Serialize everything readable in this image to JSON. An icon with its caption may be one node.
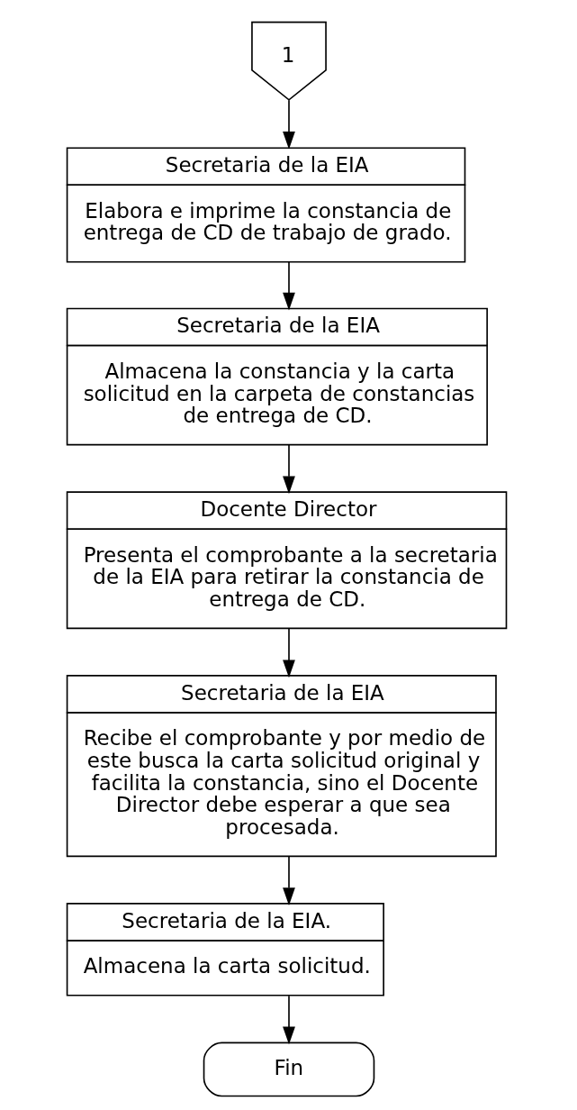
{
  "diagram": {
    "nodes": [
      {
        "text": [
          "1"
        ]
      },
      {
        "text": [
          "Secretaria de la EIA",
          "Elabora e imprime la constancia de entrega de CD de trabajo de grado."
        ]
      },
      {
        "text": [
          "Secretaria de la EIA",
          "Almacena la constancia y la carta solicitud en la carpeta de constancias de entrega de CD."
        ]
      },
      {
        "text": [
          "Docente Director",
          "Presenta el comprobante a la secretaria de la EIA para retirar la constancia de entrega de CD."
        ]
      },
      {
        "text": [
          "Secretaria de la EIA",
          "Recibe el comprobante y por medio de este busca la carta solicitud original y facilita la constancia, sino el Docente Director debe esperar a que sea procesada."
        ]
      },
      {
        "text": [
          "Secretaria de la EIA.",
          "Almacena la carta solicitud."
        ]
      },
      {
        "text": [
          "Fin"
        ]
      }
    ],
    "edges": [
      {
        "from": 0,
        "to": 1,
        "arrow": "to"
      },
      {
        "from": 1,
        "to": 2,
        "arrow": "to"
      },
      {
        "from": 2,
        "to": 3,
        "arrow": "to"
      },
      {
        "from": 3,
        "to": 4,
        "arrow": "to"
      },
      {
        "from": 4,
        "to": 5,
        "arrow": "to"
      },
      {
        "from": 5,
        "to": 6,
        "arrow": "to"
      }
    ]
  }
}
